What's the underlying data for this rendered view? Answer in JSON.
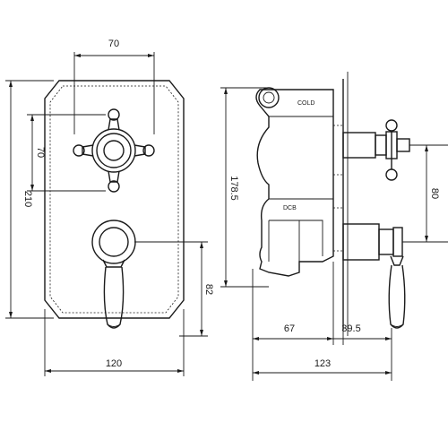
{
  "front_view": {
    "dim_top_width": "70",
    "dim_overall_height": "210",
    "dim_cross_handle_height": "70",
    "dim_lever_offset": "82",
    "dim_plate_width": "120"
  },
  "side_view": {
    "label_cold": "COLD",
    "label_dcb": "DCB",
    "dim_height": "178.5",
    "dim_spindle_spacing": "80",
    "dim_body_depth": "67",
    "dim_projection": "39.5",
    "dim_overall_depth": "123"
  }
}
